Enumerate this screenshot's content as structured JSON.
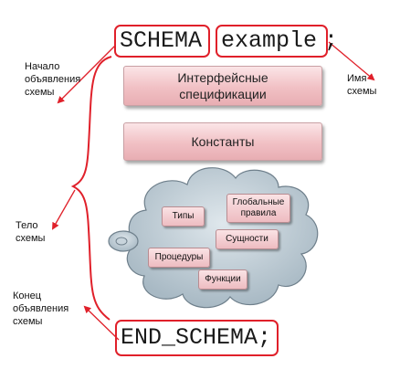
{
  "header": {
    "keyword": "SCHEMA",
    "name": "example",
    "semicolon": ";"
  },
  "footer": {
    "keyword": "END_SCHEMA",
    "semicolon": ";"
  },
  "annotations": {
    "start_decl": [
      "Начало",
      "объявления",
      "схемы"
    ],
    "schema_name": [
      "Имя",
      "схемы"
    ],
    "body": [
      "Тело",
      "схемы"
    ],
    "end_decl": [
      "Конец",
      "объявления",
      "схемы"
    ]
  },
  "blocks": {
    "interfaces": [
      "Интерфейсные",
      "спецификации"
    ],
    "constants": "Константы"
  },
  "cloud_items": {
    "types": "Типы",
    "global_rules": [
      "Глобальные",
      "правила"
    ],
    "entities": "Сущности",
    "procedures": "Процедуры",
    "functions": "Функции"
  },
  "colors": {
    "outline": "#e0202a",
    "block_fill": "#f1c0c4",
    "cloud_fill": "#b4c3cd"
  }
}
